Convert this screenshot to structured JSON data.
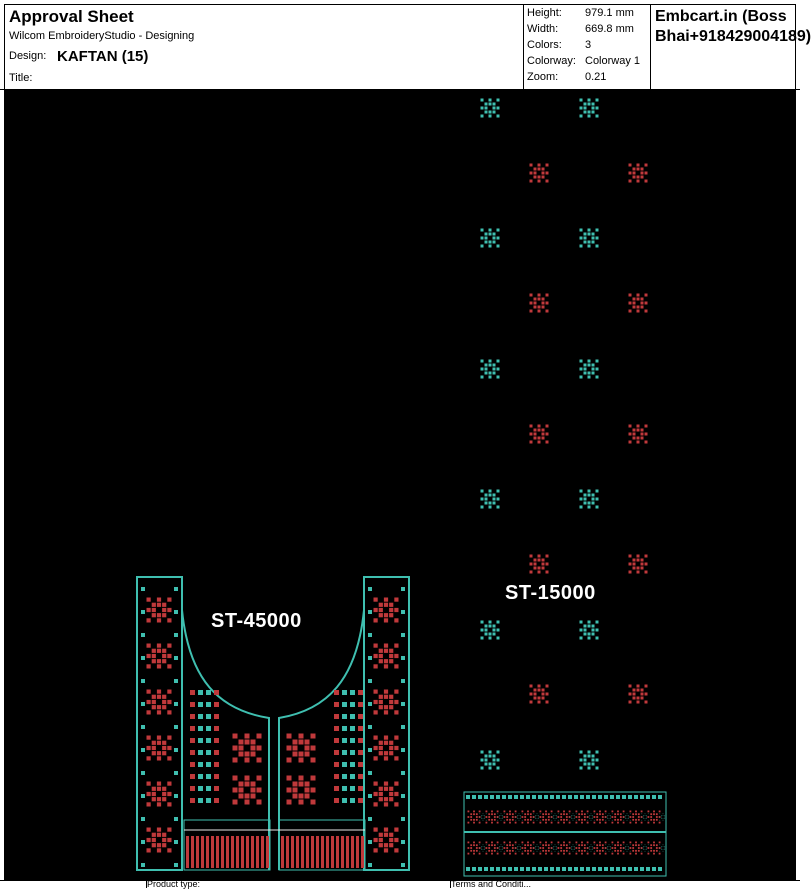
{
  "header": {
    "title": "Approval Sheet",
    "software": "Wilcom EmbroideryStudio - Designing",
    "design_label": "Design:",
    "design_name": "KAFTAN (15)",
    "title_label": "Title:",
    "specs": [
      {
        "key": "Height:",
        "value": "979.1 mm"
      },
      {
        "key": "Width:",
        "value": "669.8 mm"
      },
      {
        "key": "Colors:",
        "value": "3"
      },
      {
        "key": "Colorway:",
        "value": "Colorway 1"
      },
      {
        "key": "Zoom:",
        "value": "0.21"
      }
    ],
    "brand": "Embcart.in (Boss Bhai+918429004189)"
  },
  "canvas": {
    "background": "#000000",
    "thread_colors": {
      "teal": "#3fbfb0",
      "red": "#c0393b",
      "white": "#e8e8e8"
    },
    "labels": {
      "left_stitch": "ST-45000",
      "right_stitch": "ST-15000"
    }
  },
  "footer": {
    "product_type_label": "Product type:",
    "terms_label": "Terms and Conditi..."
  }
}
